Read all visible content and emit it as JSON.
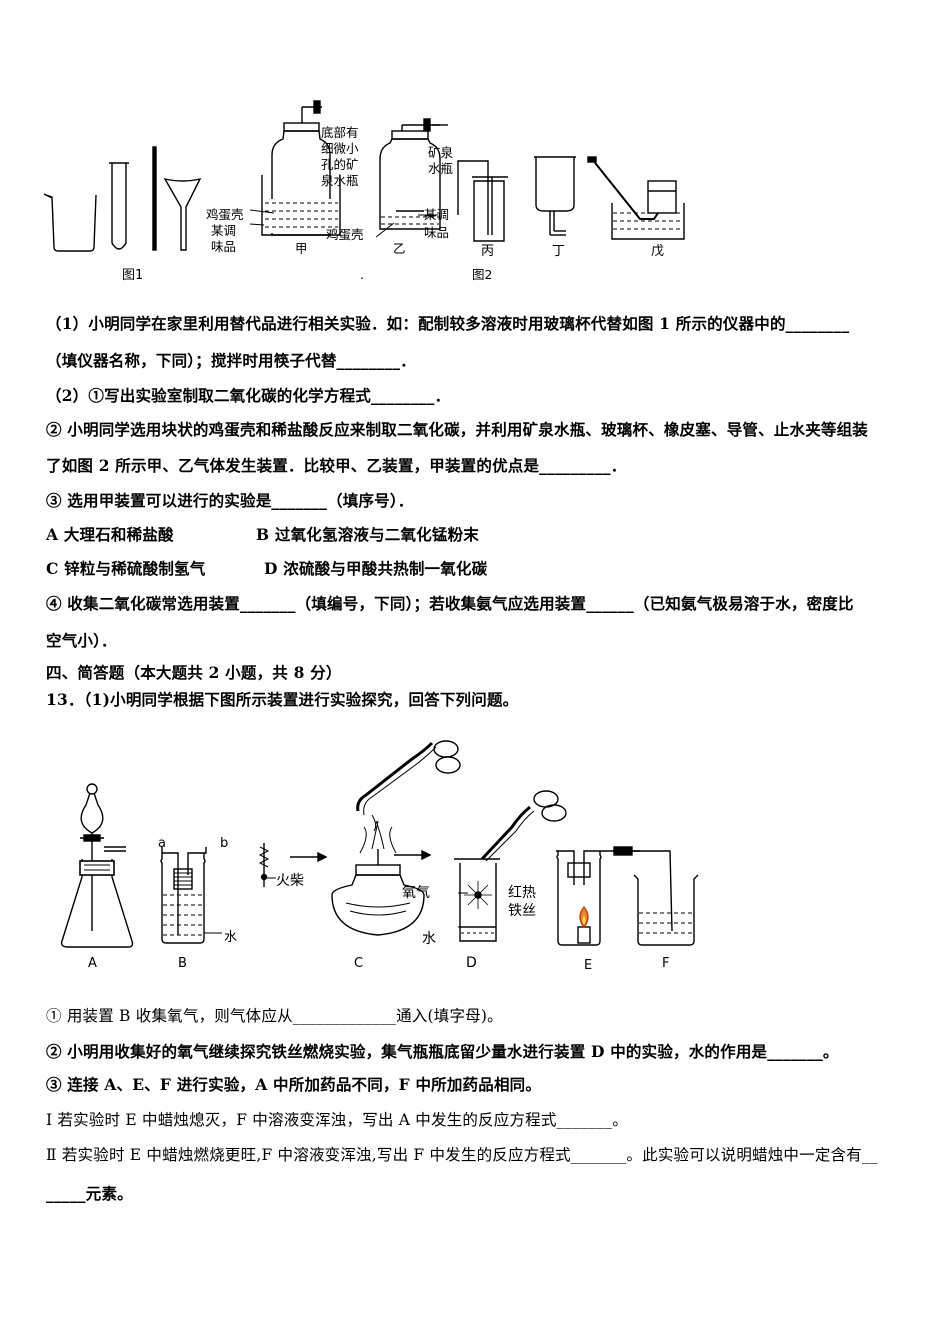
{
  "figure_top": {
    "fig1_caption": "图1",
    "fig2_caption": "图2",
    "dot": ".",
    "jia": {
      "annot_lines": [
        "底部有",
        "细微小",
        "孔的矿",
        "泉水瓶"
      ],
      "left_lines": [
        "鸡蛋壳",
        "某调",
        "味品"
      ],
      "letter": "甲"
    },
    "yi": {
      "right_top_lines": [
        "矿泉",
        "水瓶"
      ],
      "right_bottom_lines": [
        "某调",
        "味品"
      ],
      "left_label": "鸡蛋壳",
      "letter": "乙"
    },
    "bing": "丙",
    "ding": "丁",
    "wu": "戊"
  },
  "q12": {
    "p1a": "（1）小明同学在家里利用替代品进行相关实验．如：配制较多溶液时用玻璃杯代替如图 1 所示的仪器中的________",
    "p1b": "（填仪器名称，下同）；搅拌时用筷子代替________．",
    "p2": "（2）①写出实验室制取二氧化碳的化学方程式________．",
    "p3a": "② 小明同学选用块状的鸡蛋壳和稀盐酸反应来制取二氧化碳，并利用矿泉水瓶、玻璃杯、橡皮塞、导管、止水夹等组装",
    "p3b": "了如图 2 所示甲、乙气体发生装置．比较甲、乙装置，甲装置的优点是_________．",
    "p4": "③ 选用甲装置可以进行的实验是_______（填序号）．",
    "optA": "A 大理石和稀盐酸",
    "optB": "B 过氧化氢溶液与二氧化锰粉末",
    "optC": "C 锌粒与稀硫酸制氢气",
    "optD": "D 浓硫酸与甲酸共热制一氧化碳",
    "p5a": "④ 收集二氧化碳常选用装置_______（填编号，下同）；若收集氨气应选用装置______（已知氨气极易溶于水，密度比",
    "p5b": "空气小）．"
  },
  "section": "四、简答题（本大题共 2 小题，共 8 分）",
  "q13": {
    "stem": "13．（1)小明同学根据下图所示装置进行实验探究，回答下列问题。",
    "fig": {
      "A": "A",
      "B": "B",
      "C": "C",
      "D": "D",
      "E": "E",
      "F": "F",
      "b_a": "a",
      "b_b": "b",
      "b_water": "水",
      "huochai": "火柴",
      "d_o2": "氧气",
      "d_water": "水",
      "d_iron_l1": "红热",
      "d_iron_l2": "铁丝"
    },
    "l1": "① 用装置 B 收集氧气，则气体应从_____________通入(填字母)。",
    "l2": "② 小明用收集好的氧气继续探究铁丝燃烧实验，集气瓶瓶底留少量水进行装置 D 中的实验，水的作用是_______。",
    "l3": "③ 连接 A、E、F 进行实验，A 中所加药品不同，F 中所加药品相同。",
    "l4": "Ⅰ 若实验时 E 中蜡烛熄灭，F 中溶液变浑浊，写出 A 中发生的反应方程式_______。",
    "l5": "Ⅱ 若实验时 E 中蜡烛燃烧更旺,F 中溶液变浑浊,写出 F 中发生的反应方程式_______。此实验可以说明蜡烛中一定含有__",
    "l6": "_____元素。"
  }
}
